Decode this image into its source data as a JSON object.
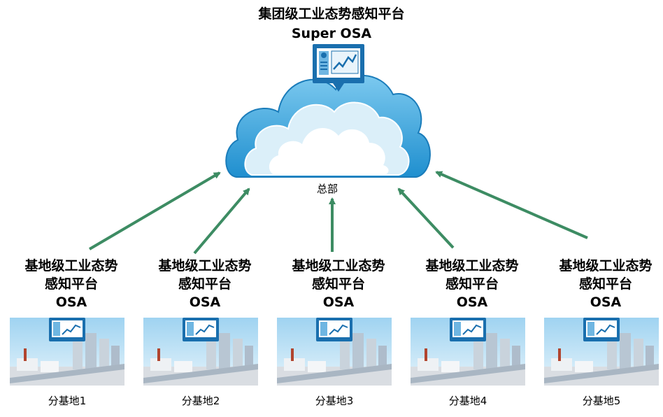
{
  "headquarters": {
    "title_line1": "集团级工业态势感知平台",
    "title_line2": "Super OSA",
    "label": "总部"
  },
  "sites": [
    {
      "line1": "基地级工业态势",
      "line2": "感知平台",
      "line3": "OSA",
      "name": "分基地1"
    },
    {
      "line1": "基地级工业态势",
      "line2": "感知平台",
      "line3": "OSA",
      "name": "分基地2"
    },
    {
      "line1": "基地级工业态势",
      "line2": "感知平台",
      "line3": "OSA",
      "name": "分基地3"
    },
    {
      "line1": "基地级工业态势",
      "line2": "感知平台",
      "line3": "OSA",
      "name": "分基地4"
    },
    {
      "line1": "基地级工业态势",
      "line2": "感知平台",
      "line3": "OSA",
      "name": "分基地5"
    }
  ],
  "colors": {
    "arrow": "#3d8c63",
    "cloud_outer": "#2f9fd6",
    "cloud_inner": "#e8f4fb",
    "monitor": "#1a6fae"
  },
  "icons": [
    "monitor-chart-icon",
    "cloud-icon",
    "factory-scene-icon",
    "arrow-icon"
  ]
}
